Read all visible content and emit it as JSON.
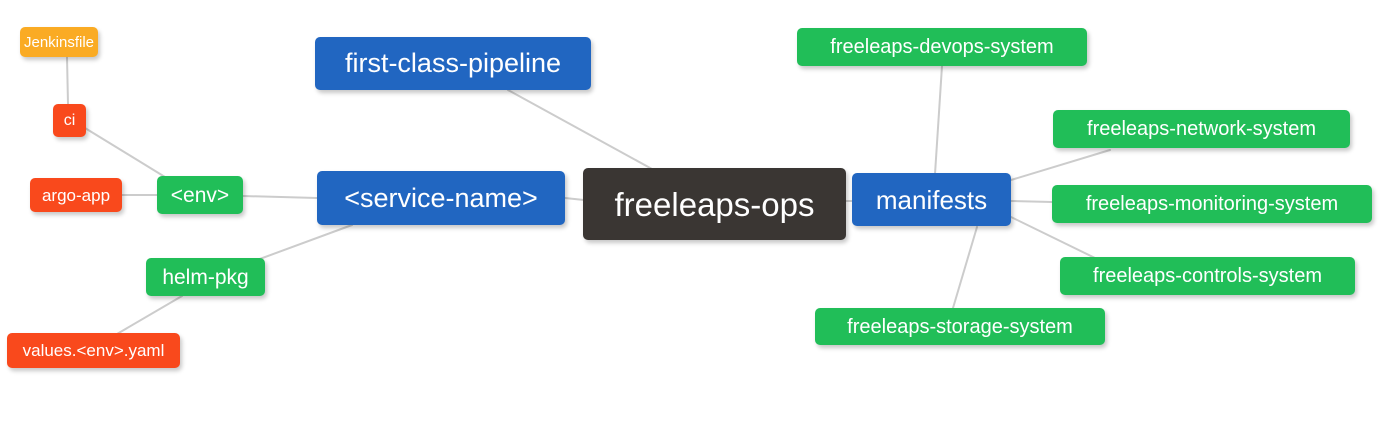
{
  "palette": {
    "root_node": "#3A3633",
    "level1_node": "#2166C1",
    "level2_node": "#21BE58",
    "level3_node": "#F9491C",
    "level4_node": "#FAAB24",
    "edge_line": "#CCCCCC",
    "node_text": "#FFFFFF",
    "background": "#FFFFFF"
  },
  "nodes": {
    "root": {
      "label": "freeleaps-ops"
    },
    "pipeline": {
      "label": "first-class-pipeline"
    },
    "service": {
      "label": "<service-name>"
    },
    "manifests": {
      "label": "manifests"
    },
    "env": {
      "label": "<env>"
    },
    "helm": {
      "label": "helm-pkg"
    },
    "ci": {
      "label": "ci"
    },
    "argo": {
      "label": "argo-app"
    },
    "values": {
      "label": "values.<env>.yaml"
    },
    "jenkinsfile": {
      "label": "Jenkinsfile"
    },
    "devops": {
      "label": "freeleaps-devops-system"
    },
    "network": {
      "label": "freeleaps-network-system"
    },
    "monitoring": {
      "label": "freeleaps-monitoring-system"
    },
    "controls": {
      "label": "freeleaps-controls-system"
    },
    "storage": {
      "label": "freeleaps-storage-system"
    }
  },
  "edges": [
    {
      "from": "jenkinsfile",
      "to": "ci"
    },
    {
      "from": "ci",
      "to": "env"
    },
    {
      "from": "argo",
      "to": "env"
    },
    {
      "from": "env",
      "to": "service"
    },
    {
      "from": "helm",
      "to": "service"
    },
    {
      "from": "values",
      "to": "helm"
    },
    {
      "from": "pipeline",
      "to": "root"
    },
    {
      "from": "service",
      "to": "root"
    },
    {
      "from": "root",
      "to": "manifests"
    },
    {
      "from": "manifests",
      "to": "devops"
    },
    {
      "from": "manifests",
      "to": "network"
    },
    {
      "from": "manifests",
      "to": "monitoring"
    },
    {
      "from": "manifests",
      "to": "controls"
    },
    {
      "from": "manifests",
      "to": "storage"
    }
  ]
}
